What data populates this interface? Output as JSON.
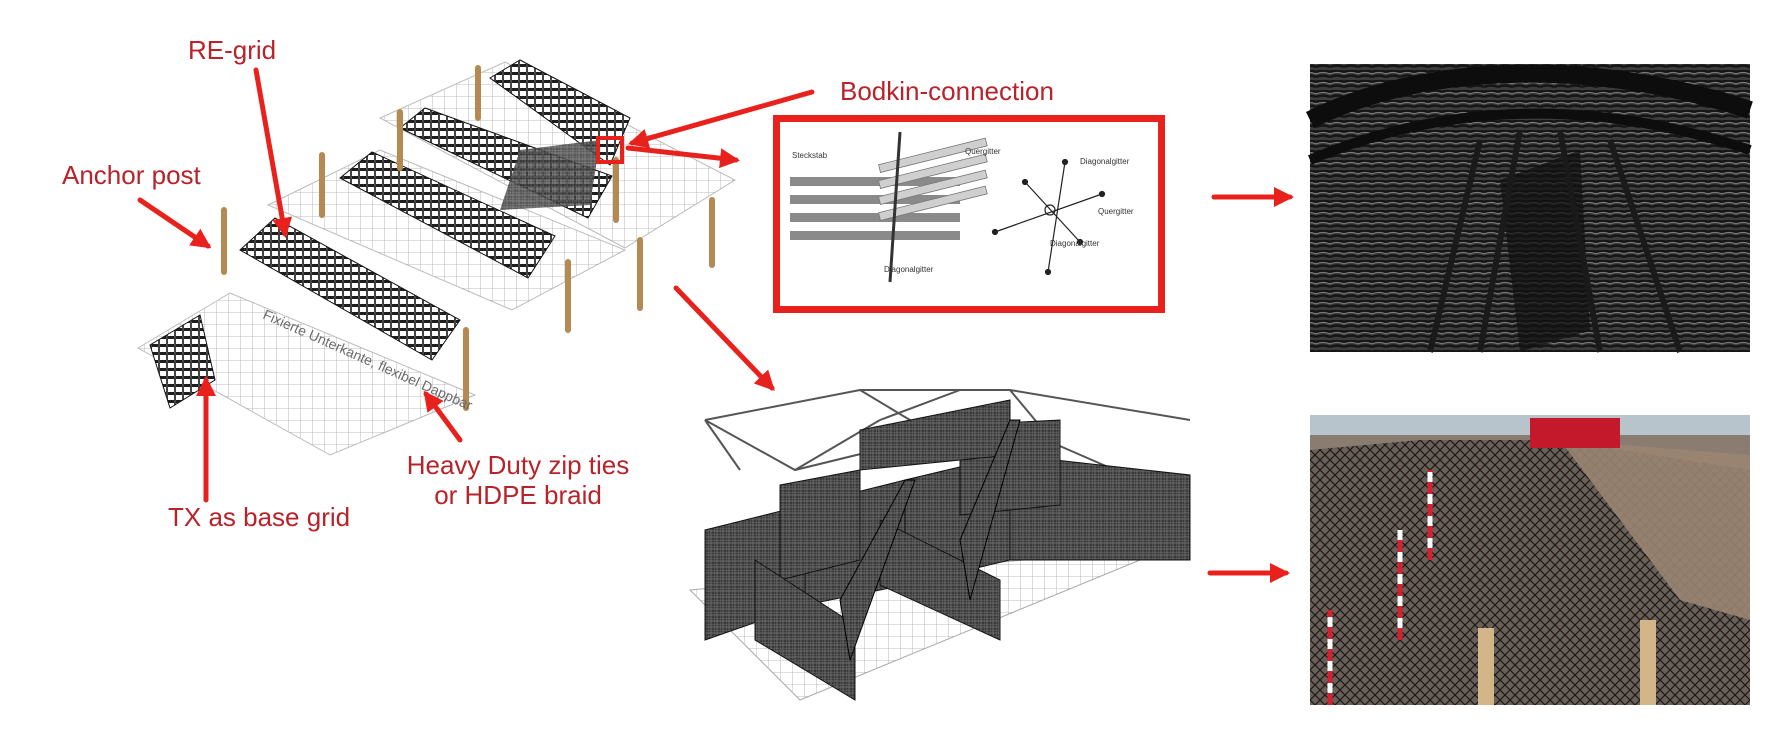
{
  "labels": {
    "re_grid": "RE-grid",
    "bodkin": "Bodkin-connection",
    "anchor_post": "Anchor post",
    "zip_line1": "Heavy Duty zip ties",
    "zip_line2": "or HDPE braid",
    "tx_base": "TX as base grid"
  },
  "detail": {
    "steckstab": "Steckstab",
    "quergitter_a": "Quergitter",
    "diagonalgitter_a": "Diagonalgitter",
    "diagonalgitter_b": "Diagonalgitter",
    "quergitter_b": "Quergitter",
    "diagonalgitter_c": "Diagonalgitter"
  },
  "drawing_text": "Fixierte Unterkante, flexibel Dappbar",
  "colors": {
    "label_red": "#b8232a",
    "arrow_red": "#e8211d",
    "post_brown": "#b58a52",
    "grid_line": "#9a9a9a",
    "wall_dark": "#222222"
  }
}
